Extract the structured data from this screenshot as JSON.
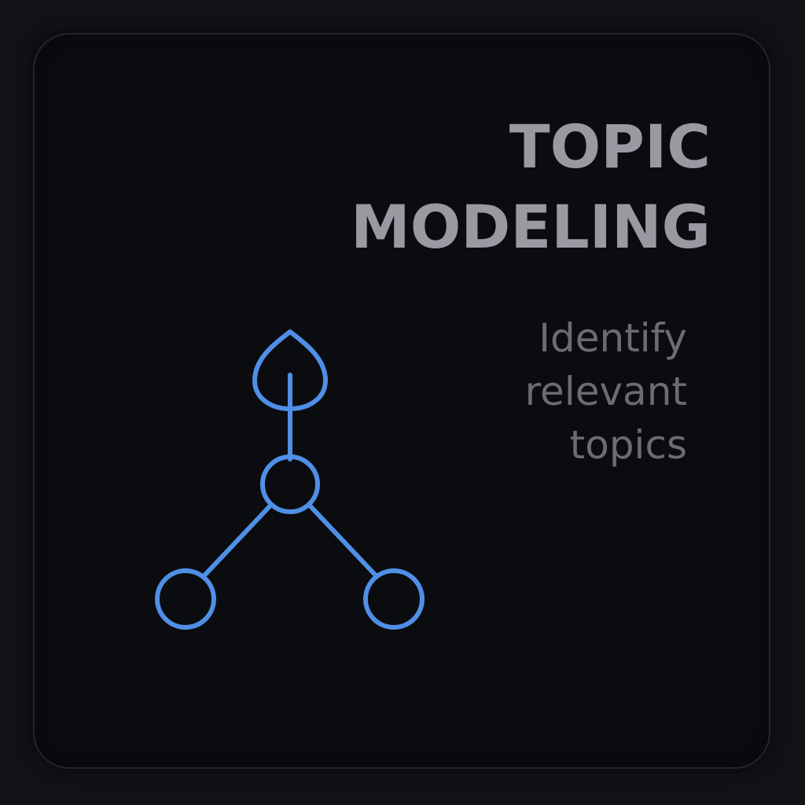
{
  "card": {
    "title_lines": [
      "TOPIC",
      "MODELING"
    ],
    "subtitle_lines": [
      "Identify",
      "relevant",
      "topics"
    ],
    "icon": "topic-tree-icon"
  },
  "colors": {
    "background": "#111216",
    "card": "#0b0c10",
    "title": "#9a99a2",
    "subtitle": "#6b6b72",
    "accent": "#4f8fe6"
  }
}
